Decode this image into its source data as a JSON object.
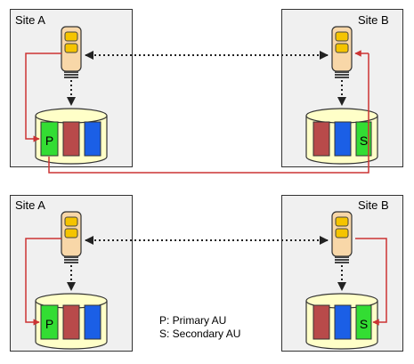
{
  "scenarios": [
    {
      "site_a": {
        "label": "Site A",
        "primary_label": "P"
      },
      "site_b": {
        "label": "Site B",
        "secondary_label": "S"
      }
    },
    {
      "site_a": {
        "label": "Site A",
        "primary_label": "P"
      },
      "site_b": {
        "label": "Site B",
        "secondary_label": "S"
      }
    }
  ],
  "legend": {
    "primary": "P:  Primary AU",
    "secondary": "S:  Secondary AU"
  },
  "colors": {
    "site_background": "#f0f0f0",
    "server_body": "#f8d7a8",
    "server_slot": "#f5c400",
    "storage_cylinder": "#ffffc8",
    "primary_au": "#33dd33",
    "middle_au": "#b84a4a",
    "blue_au": "#1b5fe6",
    "replication_line": "#cc3333"
  }
}
